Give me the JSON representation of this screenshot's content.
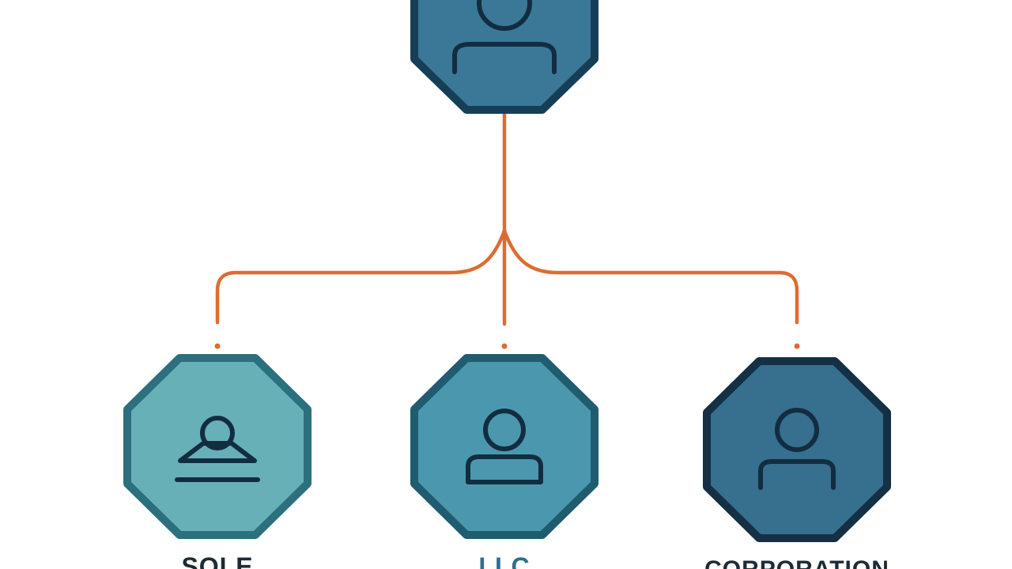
{
  "nodes": {
    "root": {
      "label": ""
    },
    "sole": {
      "label": "SOLE"
    },
    "llc": {
      "label": "LLC"
    },
    "corporation": {
      "label": "CORPORATION"
    }
  },
  "colors": {
    "connector": "#db6d33",
    "root_fill": "#3b7897",
    "root_border": "#173e57",
    "sole_fill": "#67b0b8",
    "sole_border": "#2c6f7d",
    "llc_fill": "#4b98ae",
    "llc_border": "#1f5c70",
    "corp_fill": "#376f8e",
    "corp_border": "#152f44",
    "icon_stroke": "#132d40"
  },
  "icons": {
    "root": "user-icon",
    "sole": "person-with-baseline-icon",
    "llc": "user-icon",
    "corporation": "user-icon"
  }
}
